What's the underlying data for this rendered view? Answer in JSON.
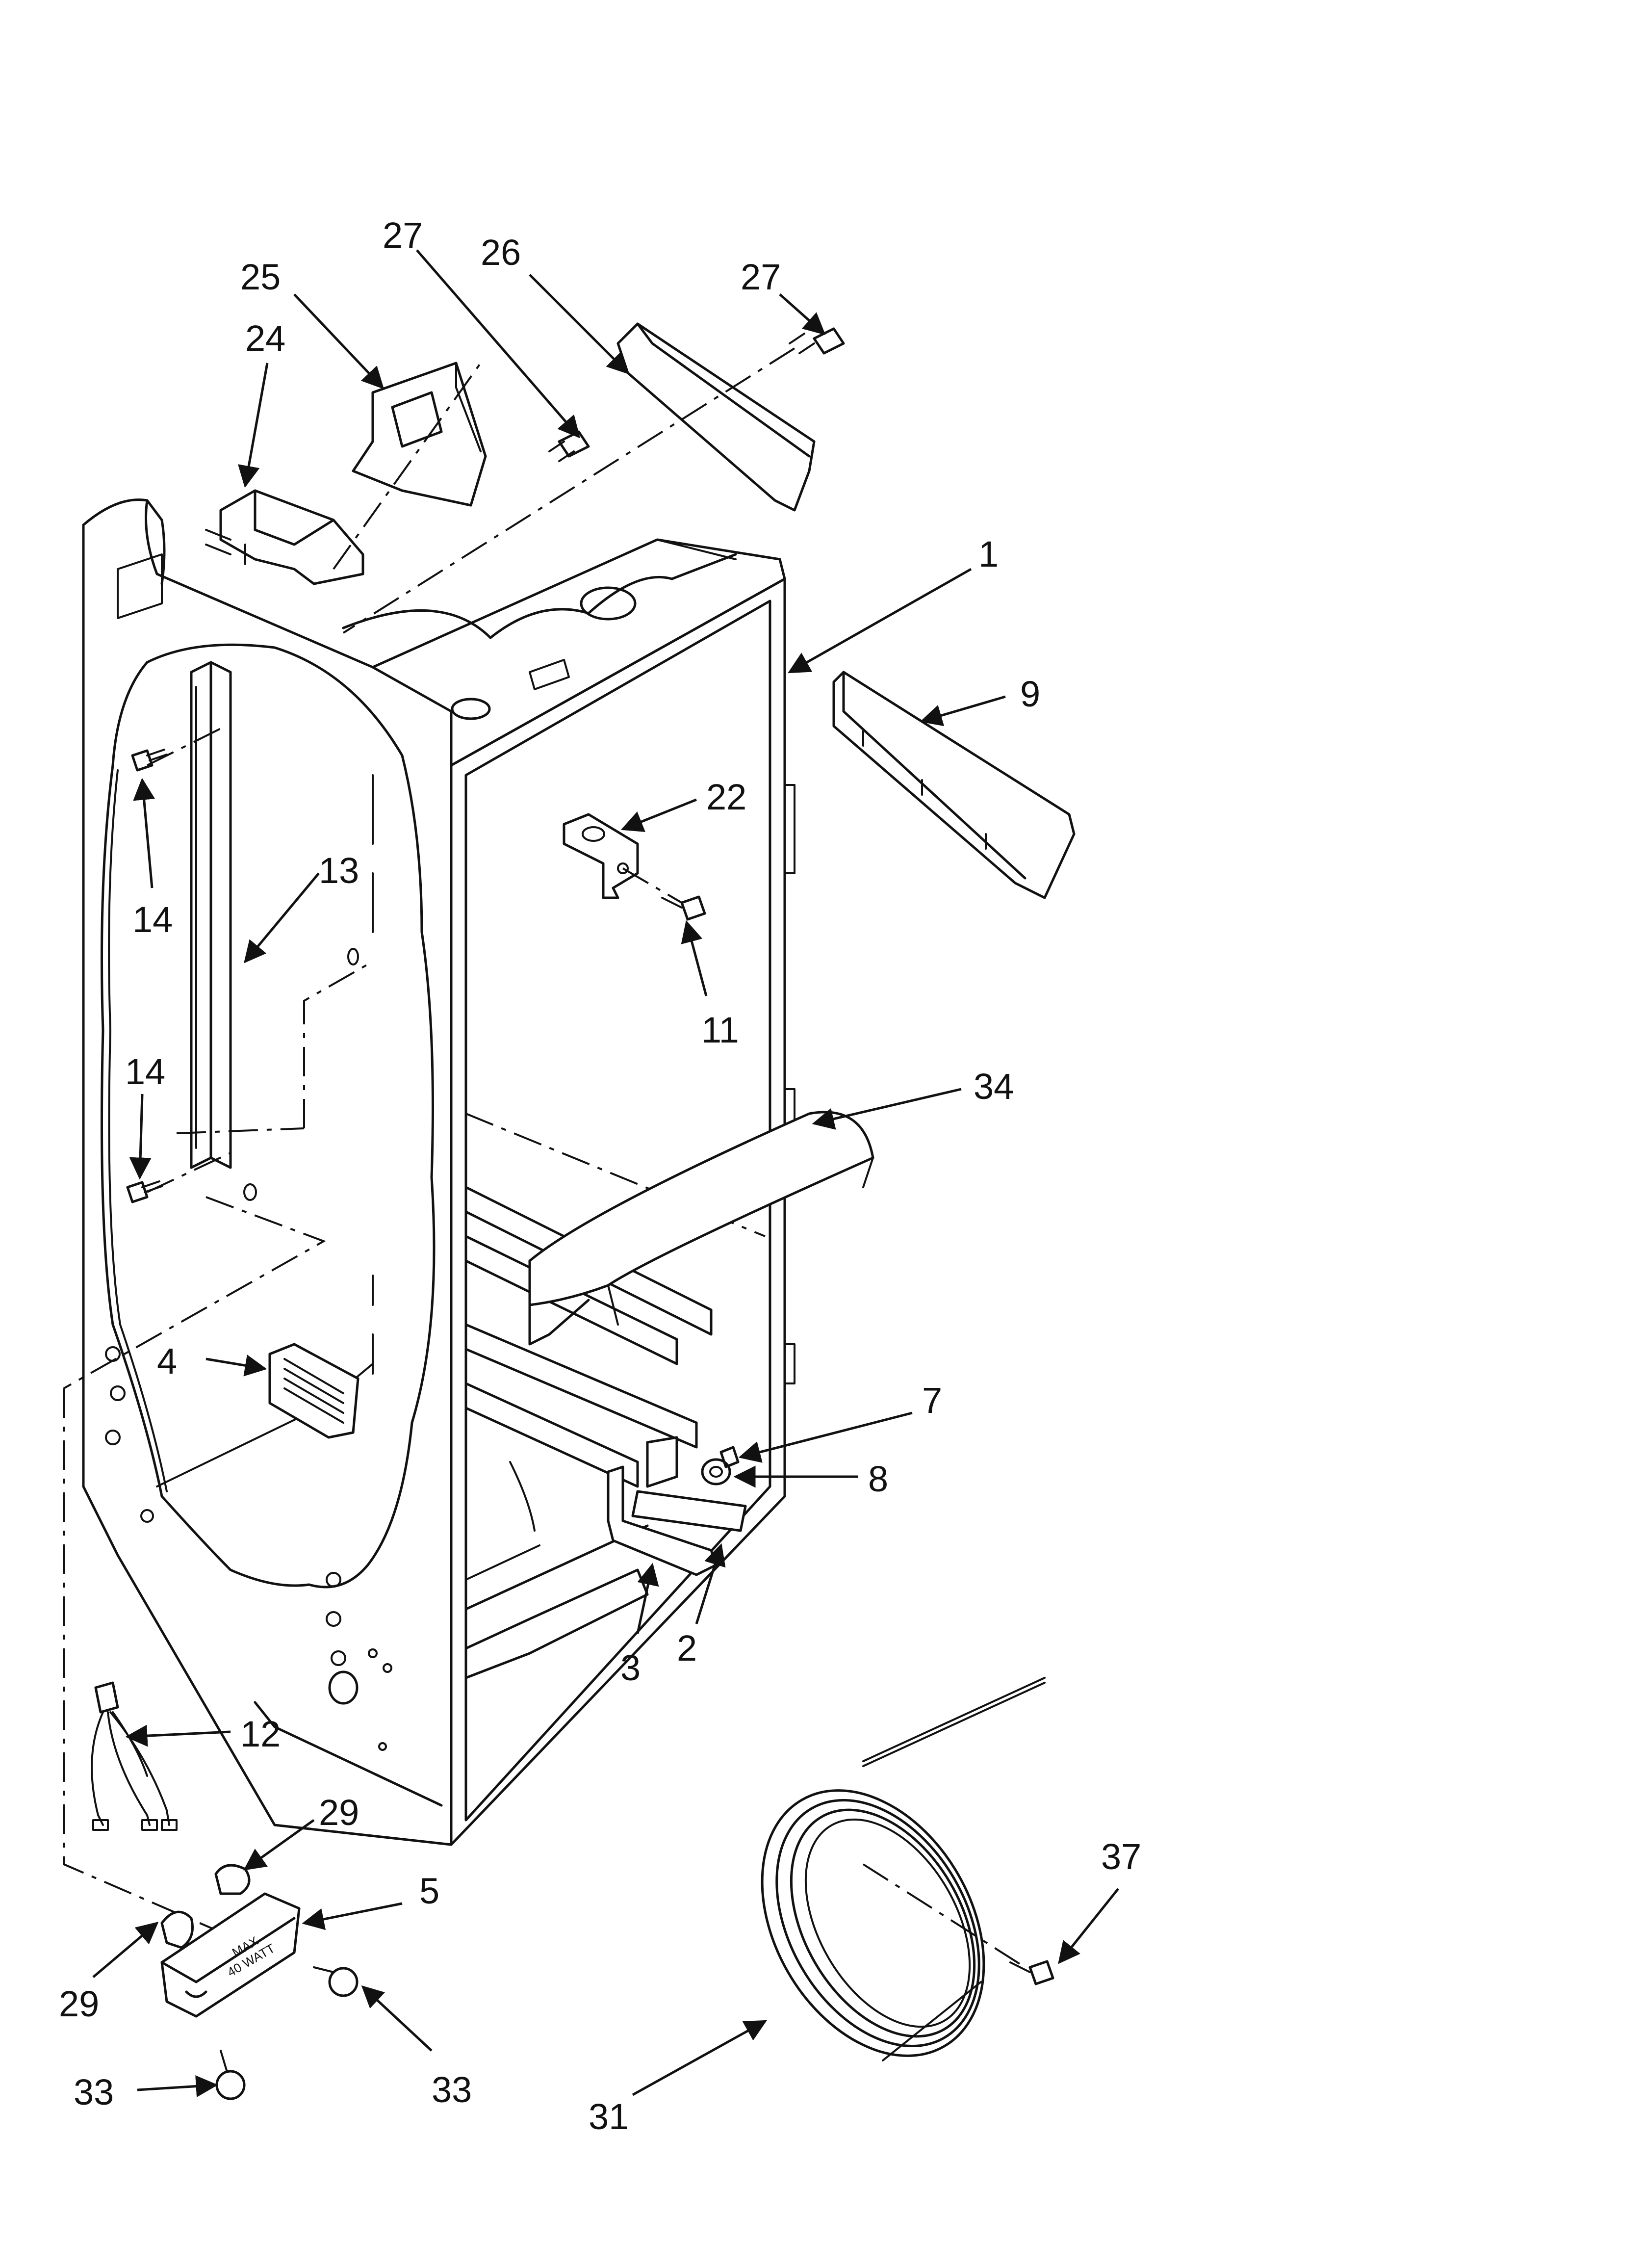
{
  "callouts": [
    {
      "id": "c27a",
      "label": "27"
    },
    {
      "id": "c26",
      "label": "26"
    },
    {
      "id": "c27b",
      "label": "27"
    },
    {
      "id": "c25",
      "label": "25"
    },
    {
      "id": "c24",
      "label": "24"
    },
    {
      "id": "c1",
      "label": "1"
    },
    {
      "id": "c9",
      "label": "9"
    },
    {
      "id": "c22",
      "label": "22"
    },
    {
      "id": "c13",
      "label": "13"
    },
    {
      "id": "c14a",
      "label": "14"
    },
    {
      "id": "c11",
      "label": "11"
    },
    {
      "id": "c14b",
      "label": "14"
    },
    {
      "id": "c34",
      "label": "34"
    },
    {
      "id": "c4",
      "label": "4"
    },
    {
      "id": "c7",
      "label": "7"
    },
    {
      "id": "c8",
      "label": "8"
    },
    {
      "id": "c3",
      "label": "3"
    },
    {
      "id": "c2",
      "label": "2"
    },
    {
      "id": "c12",
      "label": "12"
    },
    {
      "id": "c29a",
      "label": "29"
    },
    {
      "id": "c5",
      "label": "5"
    },
    {
      "id": "c37",
      "label": "37"
    },
    {
      "id": "c29b",
      "label": "29"
    },
    {
      "id": "c33a",
      "label": "33"
    },
    {
      "id": "c33b",
      "label": "33"
    },
    {
      "id": "c31",
      "label": "31"
    }
  ],
  "light_socket_marking": {
    "line1": "MAX",
    "line2": "40 WATT"
  }
}
